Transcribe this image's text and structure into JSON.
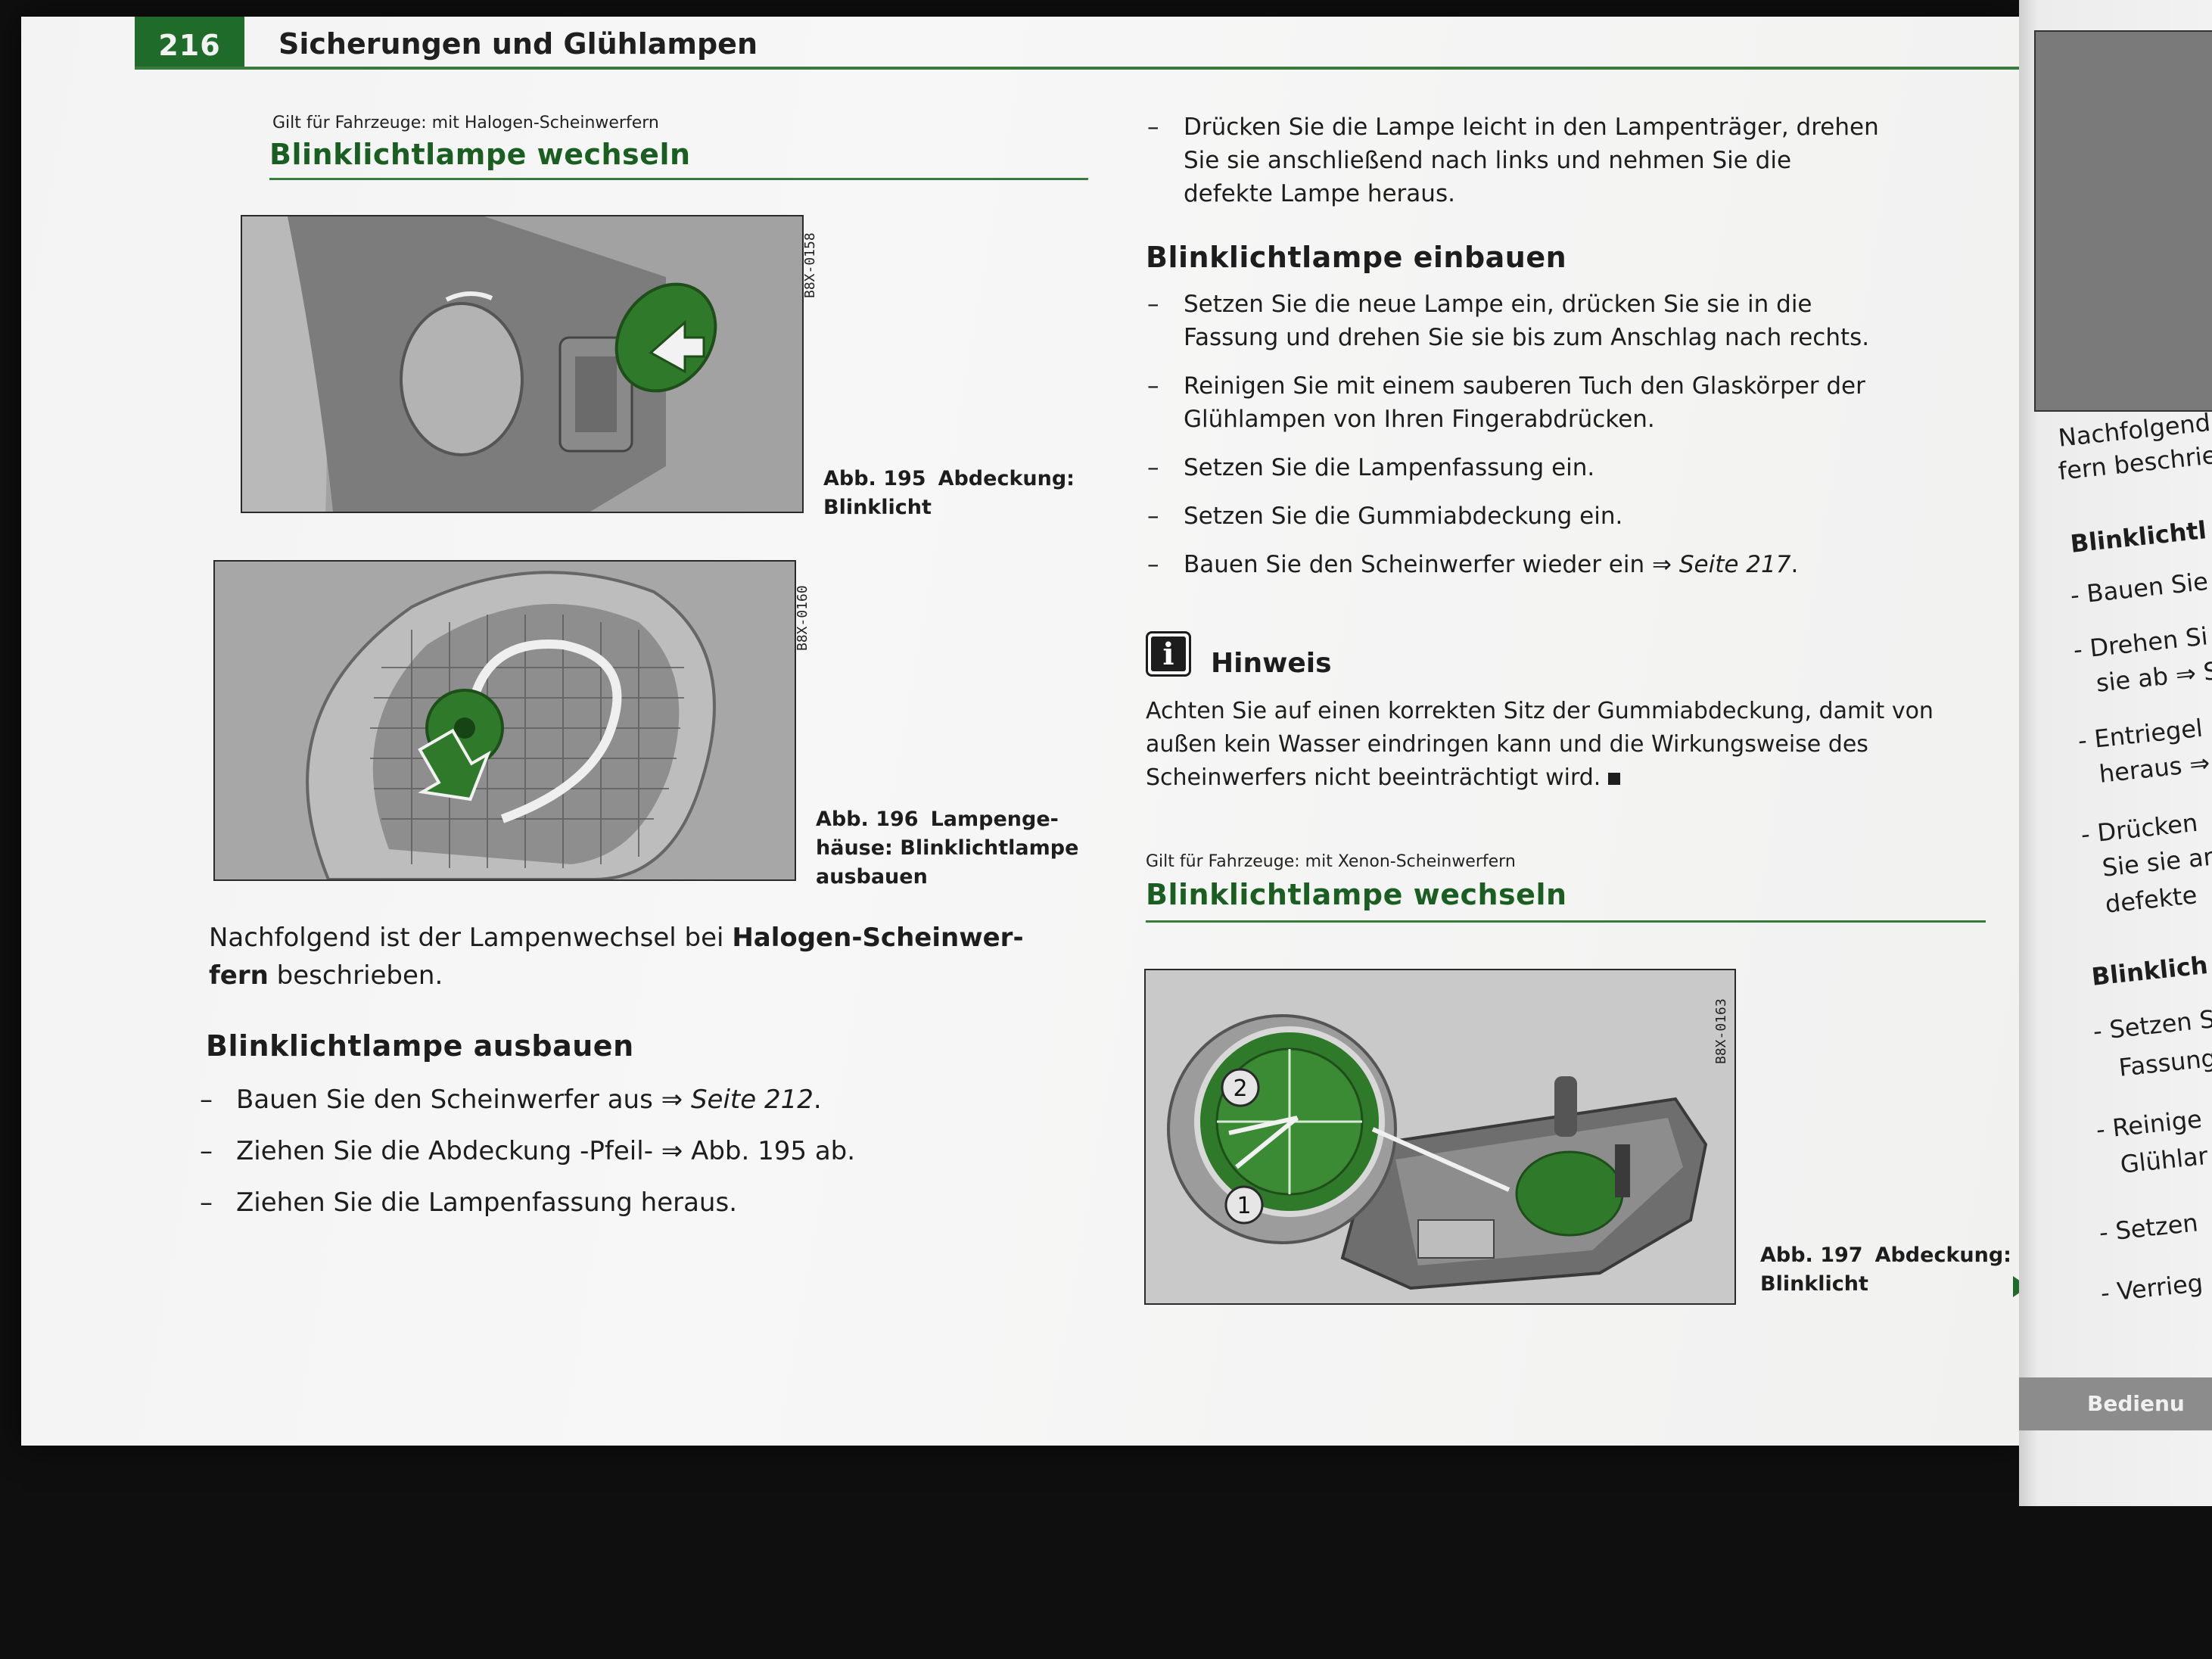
{
  "header": {
    "page_number": "216",
    "title": "Sicherungen und Glühlampen"
  },
  "left": {
    "gilt": "Gilt für Fahrzeuge: mit Halogen-Scheinwerfern",
    "heading": "Blinklichtlampe wechseln",
    "fig195": {
      "code": "B8X-0158",
      "abb": "Abb. 195",
      "caption_1": "Abdeckung:",
      "caption_2": "Blinklicht"
    },
    "fig196": {
      "code": "B8X-0160",
      "abb": "Abb. 196",
      "caption_1": "Lampenge-",
      "caption_2": "häuse: Blinklichtlampe",
      "caption_3": "ausbauen"
    },
    "intro": {
      "pre": "Nachfolgend ist der Lampenwechsel bei ",
      "bold_1": "Halogen-Scheinwer-",
      "bold_2": "fern",
      "post": " beschrieben."
    },
    "subheading": "Blinklichtlampe ausbauen",
    "steps": [
      {
        "pre": "Bauen Sie den Scheinwerfer aus ",
        "arrow": "⇒",
        "ref": "Seite 212",
        "post": "."
      },
      {
        "pre": "Ziehen Sie die Abdeckung -Pfeil- ",
        "arrow": "⇒",
        "ref": "Abb. 195",
        "post": " ab."
      },
      {
        "pre": "Ziehen Sie die Lampenfassung heraus.",
        "arrow": "",
        "ref": "",
        "post": ""
      }
    ]
  },
  "right": {
    "step_top": {
      "line_1": "Drücken Sie die Lampe leicht in den Lampenträger, drehen",
      "line_2": "Sie sie anschließend nach links und nehmen Sie die",
      "line_3": "defekte Lampe heraus."
    },
    "subheading": "Blinklichtlampe einbauen",
    "steps": [
      {
        "line_1": "Setzen Sie die neue Lampe ein, drücken Sie sie in die",
        "line_2": "Fassung und drehen Sie sie bis zum Anschlag nach rechts."
      },
      {
        "line_1": "Reinigen Sie mit einem sauberen Tuch den Glaskörper der",
        "line_2": "Glühlampen von Ihren Fingerabdrücken."
      },
      {
        "line_1": "Setzen Sie die Lampenfassung ein.",
        "line_2": ""
      },
      {
        "line_1": "Setzen Sie die Gummiabdeckung ein.",
        "line_2": ""
      }
    ],
    "step_last": {
      "pre": "Bauen Sie den Scheinwerfer wieder ein ",
      "arrow": "⇒",
      "ref": "Seite 217",
      "post": "."
    },
    "hinweis": {
      "icon": "i",
      "title": "Hinweis",
      "line_1": "Achten Sie auf einen korrekten Sitz der Gummiabdeckung, damit von",
      "line_2": "außen kein Wasser eindringen kann und die Wirkungsweise des",
      "line_3": "Scheinwerfers nicht beeinträchtigt wird."
    },
    "gilt": "Gilt für Fahrzeuge: mit Xenon-Scheinwerfern",
    "heading": "Blinklichtlampe wechseln",
    "fig197": {
      "code": "B8X-0163",
      "abb": "Abb. 197",
      "caption_1": "Abdeckung:",
      "caption_2": "Blinklicht",
      "marker_1": "1",
      "marker_2": "2"
    }
  },
  "next_page": {
    "lines": [
      "Nachfolgend i",
      "fern beschrieb",
      "Blinklichtl",
      "- Bauen Sie",
      "- Drehen Si",
      "sie ab ⇒ S",
      "- Entriegel",
      "heraus ⇒",
      "- Drücken",
      "Sie sie ar",
      "defekte",
      "Blinklich",
      "- Setzen S",
      "Fassung",
      "- Reinige",
      "Glühlar",
      "- Setzen",
      "- Verrieg"
    ],
    "footer": "Bedienu"
  },
  "colors": {
    "accent_green": "#1f6b2a",
    "lamp_green": "#2f7a2a"
  }
}
